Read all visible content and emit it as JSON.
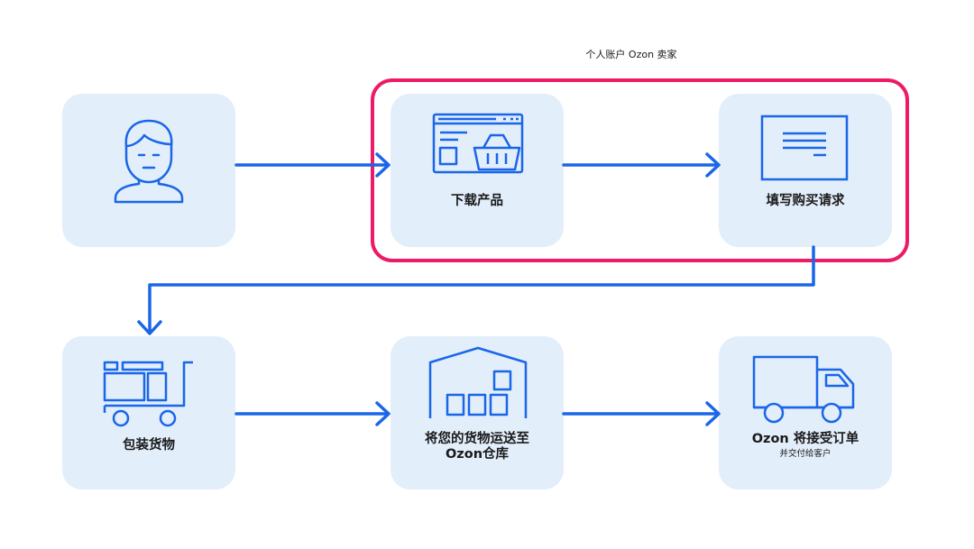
{
  "header": {
    "personal_account": "个人账户 Ozon 卖家"
  },
  "steps": {
    "upload_products": "下载产品",
    "fill_purchase_request": "填写购买请求",
    "pack_goods": "包装货物",
    "ship_to_warehouse": "将您的货物运送至",
    "ship_to_warehouse_2": "Ozon仓库",
    "ozon_accepts": "Ozon 将接受订单",
    "ozon_accepts_sub": "并交付给客户"
  },
  "colors": {
    "accent": "#1a66e8",
    "card": "#e3eefb",
    "highlight": "#ec1a67"
  }
}
